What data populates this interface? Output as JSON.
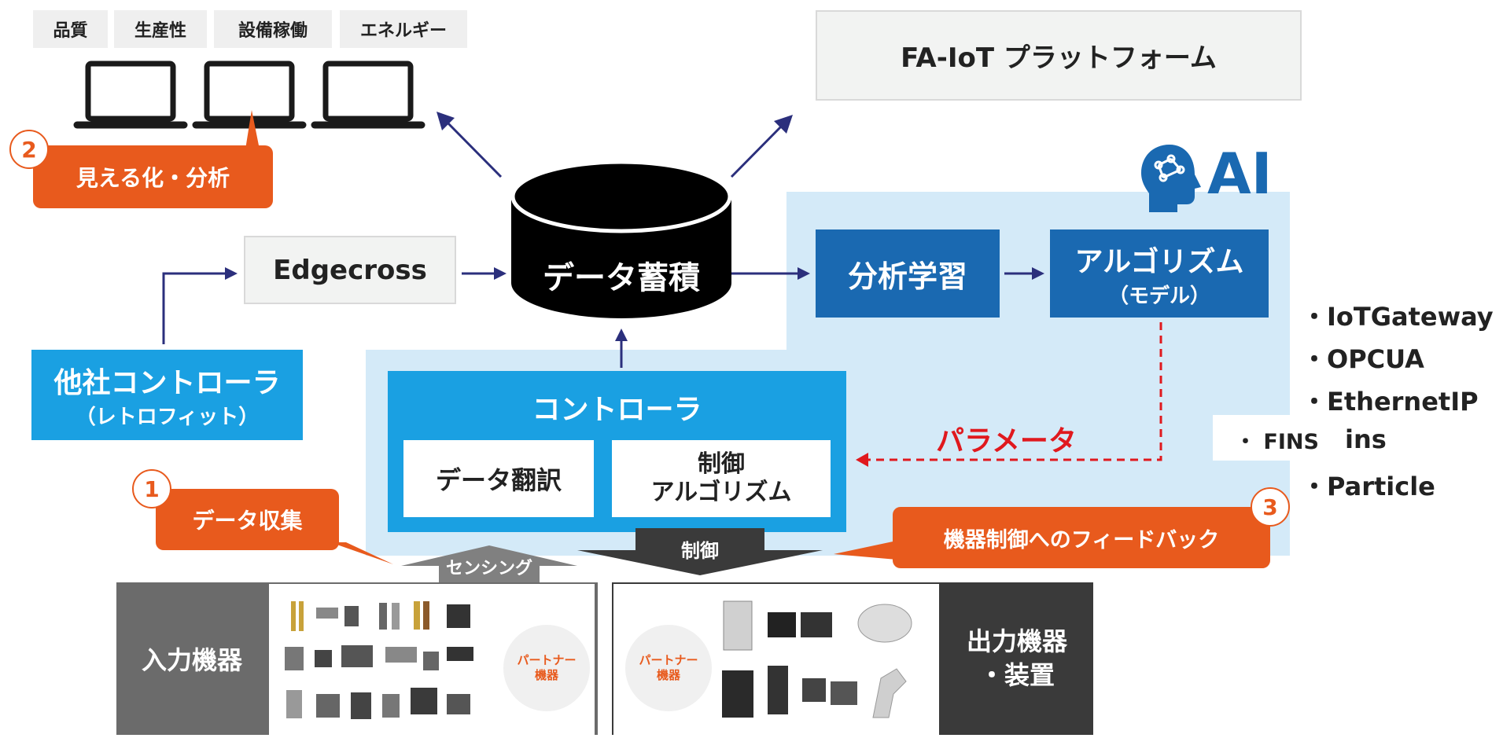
{
  "top_tabs": [
    "品質",
    "生産性",
    "設備稼働",
    "エネルギー"
  ],
  "platform_label": "FA-IoT プラットフォーム",
  "visualization": {
    "number": "2",
    "label": "見える化・分析"
  },
  "edgecross": "Edgecross",
  "storage": "データ蓄積",
  "ai": {
    "label": "AI",
    "icon": "brain-head-icon"
  },
  "analysis": "分析学習",
  "algorithm": {
    "title": "アルゴリズム",
    "sub": "（モデル）"
  },
  "third_party": {
    "title": "他社コントローラ",
    "sub": "（レトロフィット）"
  },
  "controller": {
    "title": "コントローラ",
    "data_translation": "データ翻訳",
    "control_algorithm": [
      "制御",
      "アルゴリズム"
    ]
  },
  "parameter": "パラメータ",
  "data_collection": {
    "number": "1",
    "label": "データ収集"
  },
  "feedback": {
    "number": "3",
    "label": "機器制御へのフィードバック"
  },
  "sensing": "センシング",
  "control": "制御",
  "input_devices": "入力機器",
  "output_devices": [
    "出力機器",
    "・装置"
  ],
  "partner_devices": [
    "パートナー",
    "機器"
  ],
  "protocols": [
    "・IoTGateway",
    "・OPCUA",
    "・EthernetIP",
    "・Particle"
  ],
  "fins_overlay": {
    "prefix": "・ FINS",
    "suffix": "ins"
  },
  "colors": {
    "accent_orange": "#e85a1d",
    "dark_blue": "#1a69b1",
    "cyan": "#1aa0e2",
    "light_blue_bg": "#d4eaf8",
    "navy_arrow": "#2b2f7c",
    "red_dashed": "#e0191e"
  }
}
